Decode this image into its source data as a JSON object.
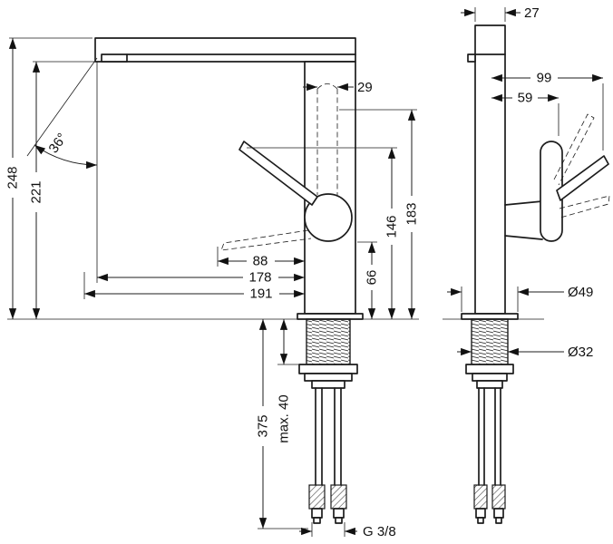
{
  "drawing": {
    "front": {
      "total_height": "248",
      "spout_height": "221",
      "handle_angle": "36°",
      "handle_offset": "29",
      "lever_reach": "88",
      "spout_reach": "178",
      "total_reach": "191",
      "handle_clearance": "66",
      "handle_pivot_height": "146",
      "handle_top_height": "183",
      "hose_length": "375",
      "max_deck": "max. 40",
      "thread": "G 3/8"
    },
    "side": {
      "depth": "27",
      "handle_projection": "99",
      "pivot_projection": "59",
      "base_diameter": "Ø49",
      "shank_diameter": "Ø32"
    }
  }
}
